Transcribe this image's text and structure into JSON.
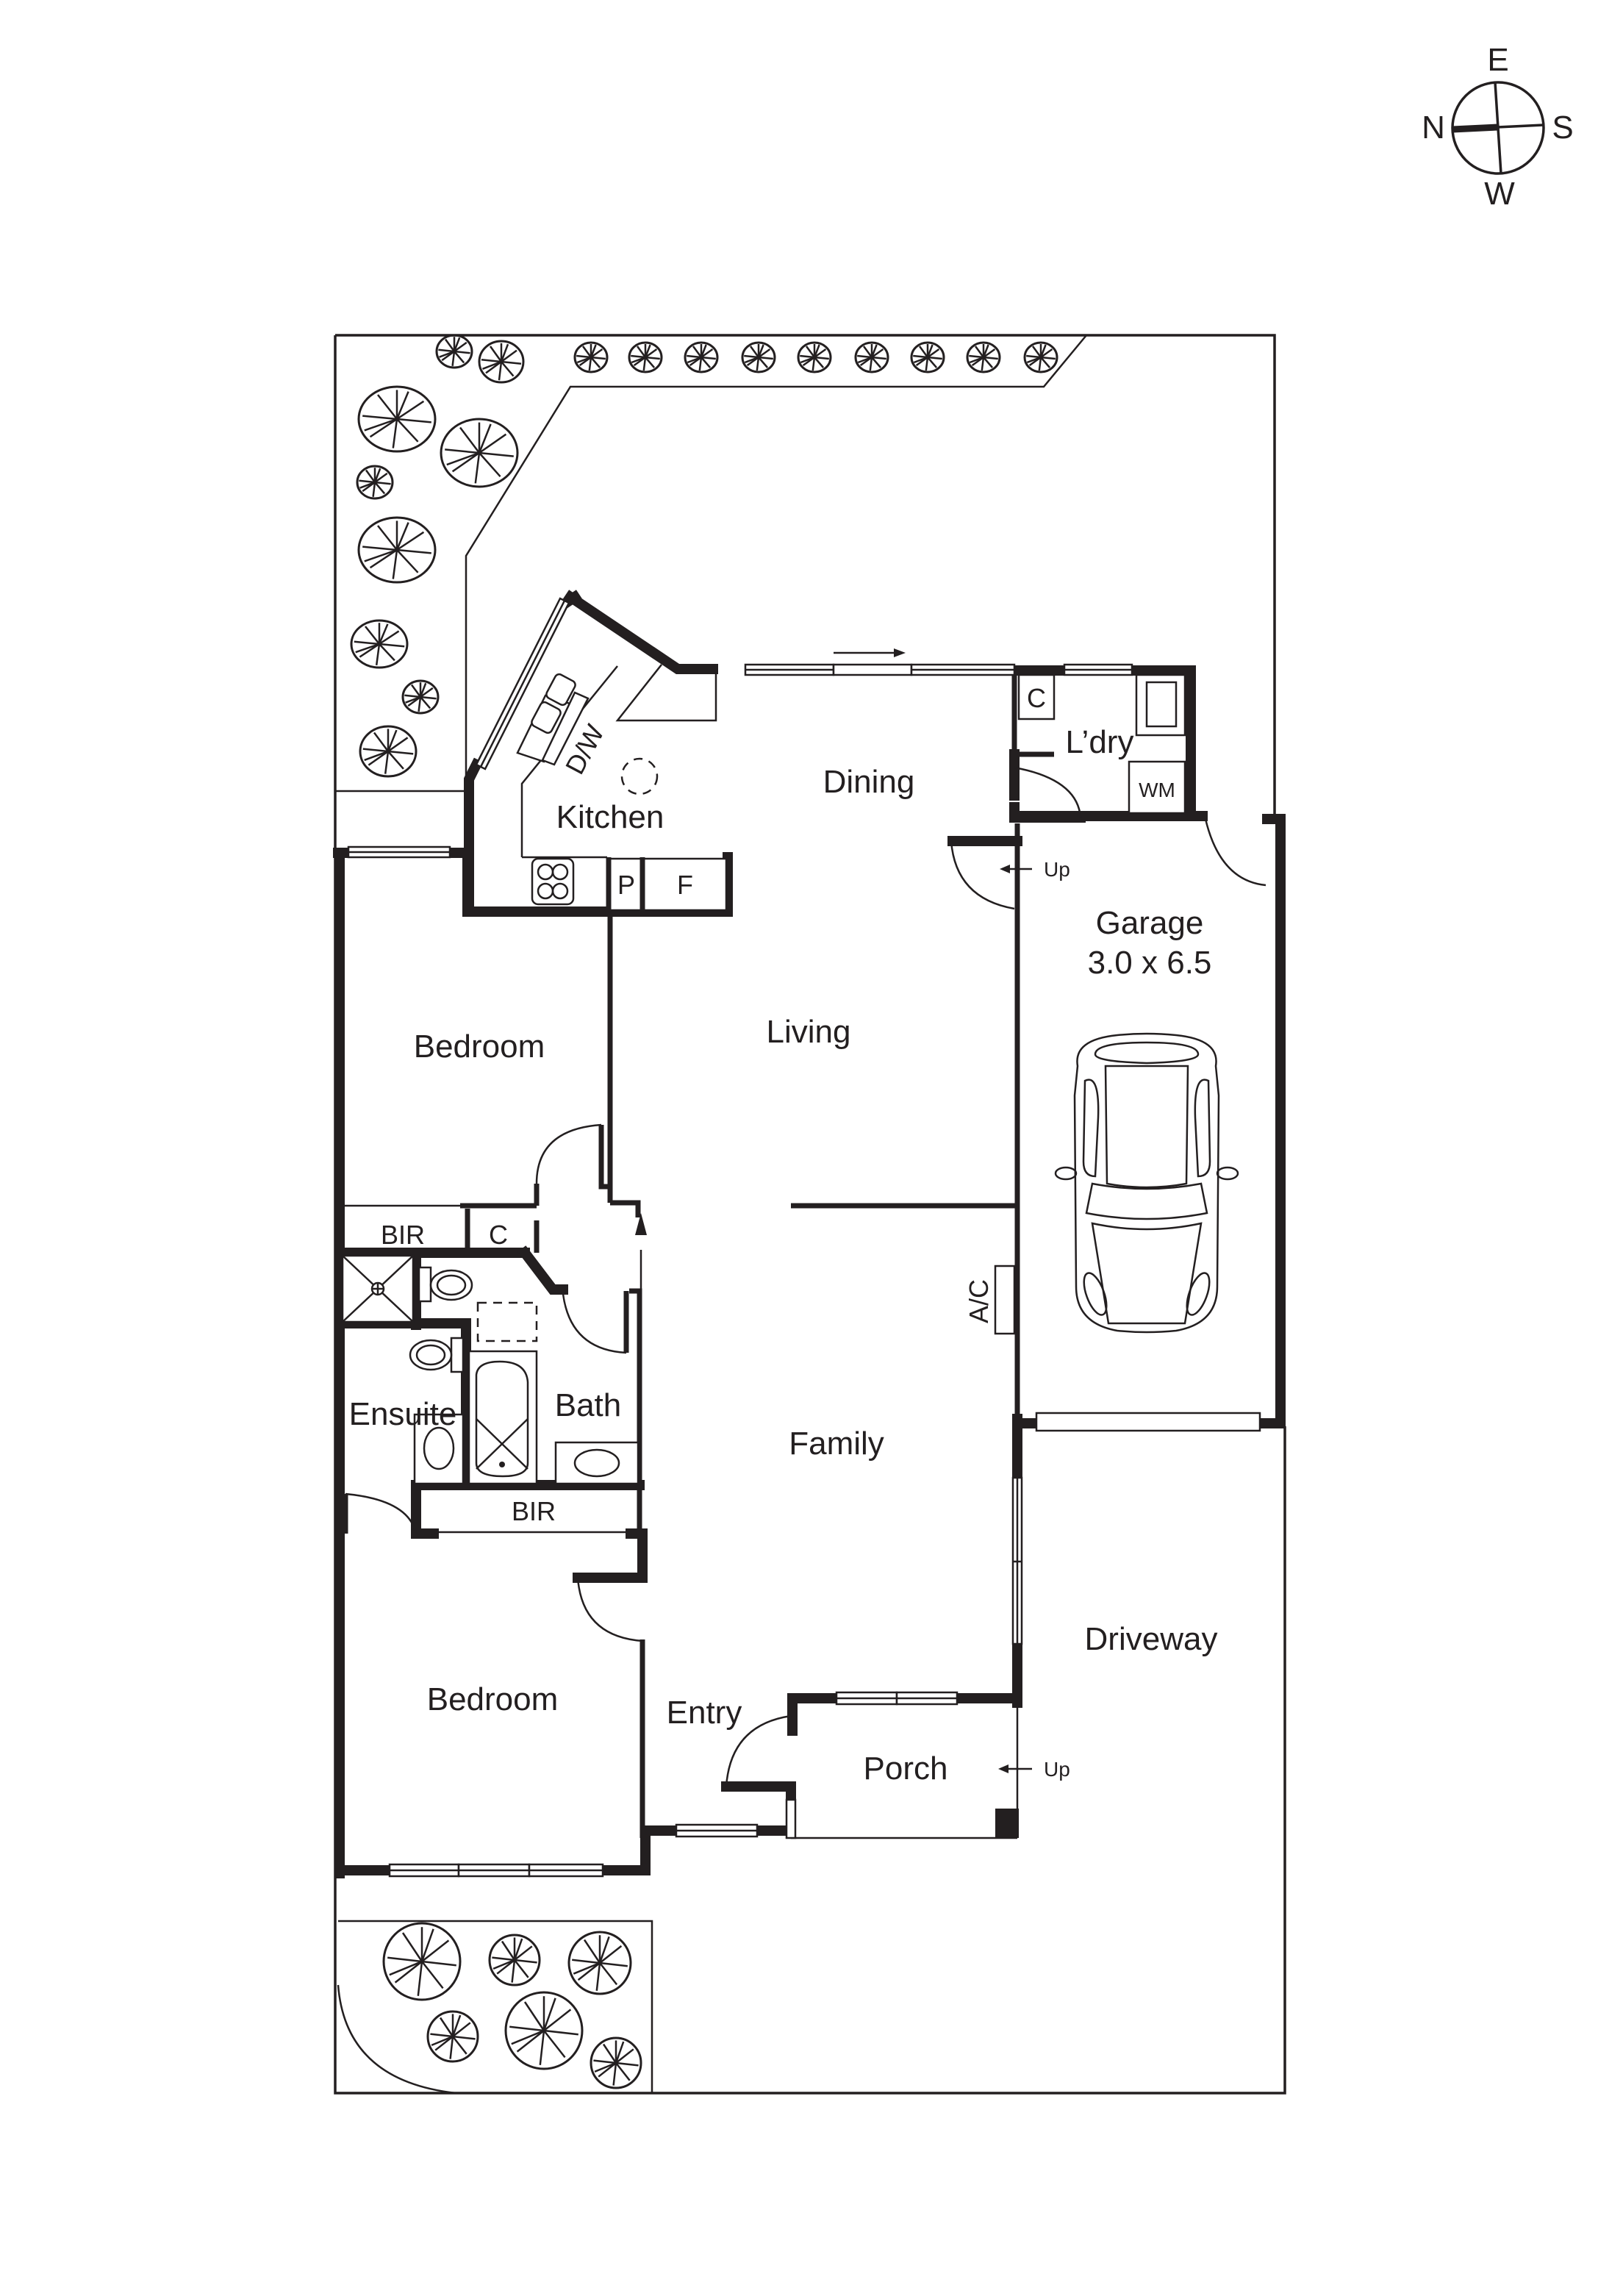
{
  "compass": {
    "north": "N",
    "east": "E",
    "south": "S",
    "west": "W"
  },
  "rooms": {
    "kitchen": "Kitchen",
    "dining": "Dining",
    "laundry": "L’dry",
    "living": "Living",
    "bedroom_1": "Bedroom",
    "bedroom_2": "Bedroom",
    "bir_1": "BIR",
    "bir_2": "BIR",
    "cupboard_1": "C",
    "cupboard_2": "C",
    "ensuite": "Ensuite",
    "bath": "Bath",
    "family": "Family",
    "entry": "Entry",
    "porch": "Porch",
    "garage": "Garage",
    "garage_size": "3.0 x 6.5",
    "driveway": "Driveway"
  },
  "fixtures": {
    "dishwasher": "D/W",
    "pantry": "P",
    "fridge": "F",
    "washing_machine": "WM",
    "air_conditioner": "A/C",
    "step_up_1": "Up",
    "step_up_2": "Up"
  },
  "icons": {
    "compass": "compass-icon",
    "car": "car-icon",
    "tree": "tree-icon",
    "cooktop": "cooktop-icon",
    "sink": "sink-icon",
    "toilet": "toilet-icon",
    "bathtub": "bathtub-icon",
    "shower": "shower-icon",
    "basin": "basin-icon",
    "arrow": "arrow-icon"
  },
  "colors": {
    "ink": "#231f20",
    "paper": "#ffffff"
  }
}
